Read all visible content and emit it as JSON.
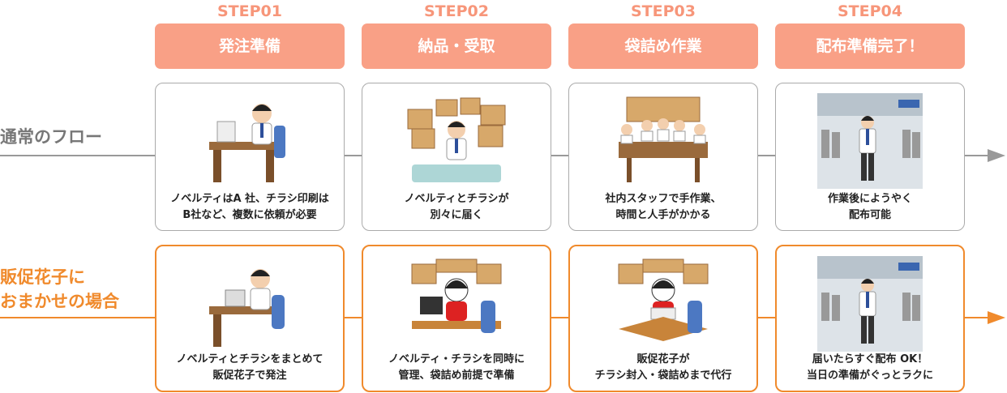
{
  "steps": [
    {
      "no": "STEP01",
      "title": "発注準備"
    },
    {
      "no": "STEP02",
      "title": "納品・受取"
    },
    {
      "no": "STEP03",
      "title": "袋詰め作業"
    },
    {
      "no": "STEP04",
      "title": "配布準備完了！"
    }
  ],
  "rows": {
    "normal": {
      "label": "通常のフロー",
      "cards": [
        {
          "line1": "ノベルティはA 社、チラシ印刷は",
          "line2": "B社など、複数に依頼が必要"
        },
        {
          "line1": "ノベルティとチラシが",
          "line2": "別々に届く"
        },
        {
          "line1": "社内スタッフで手作業、",
          "line2": "時間と人手がかかる"
        },
        {
          "line1": "作業後にようやく",
          "line2": "配布可能"
        }
      ]
    },
    "hanako": {
      "label_line1": "販促花子に",
      "label_line2": "おまかせの場合",
      "cards": [
        {
          "line1": "ノベルティとチラシをまとめて",
          "line2": "販促花子で発注"
        },
        {
          "line1": "ノベルティ・チラシを同時に",
          "line2": "管理、袋詰め前提で準備"
        },
        {
          "line1": "販促花子が",
          "line2": "チラシ封入・袋詰めまで代行"
        },
        {
          "line1": "届いたらすぐ配布 OK！",
          "line2": "当日の準備がぐっとラクに"
        }
      ]
    }
  },
  "colors": {
    "step": "#f9a086",
    "orange": "#f08a2c",
    "gray": "#999999"
  }
}
